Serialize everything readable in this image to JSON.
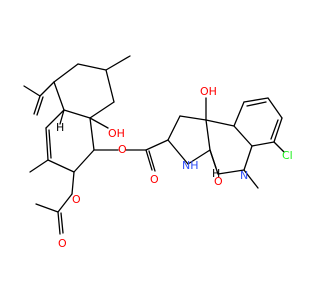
{
  "molecule": {
    "atom_labels": {
      "oh_top_left": "OH",
      "o_ester_left": "O",
      "o_acetyl_ring": "O",
      "o_acetyl_carbonyl": "O",
      "h_ring_left": "H",
      "oh_right": "OH",
      "o_carbonyl_right": "O",
      "nh_right": "NH",
      "o_ring_right": "O",
      "n_methyl_right": "N",
      "cl": "Cl",
      "h_junction_right": "H"
    },
    "colors": {
      "bond": "#000000",
      "oxygen": "#ff0000",
      "nitrogen": "#3050f8",
      "chlorine": "#1ff01f",
      "carbon_h": "#000000"
    }
  }
}
